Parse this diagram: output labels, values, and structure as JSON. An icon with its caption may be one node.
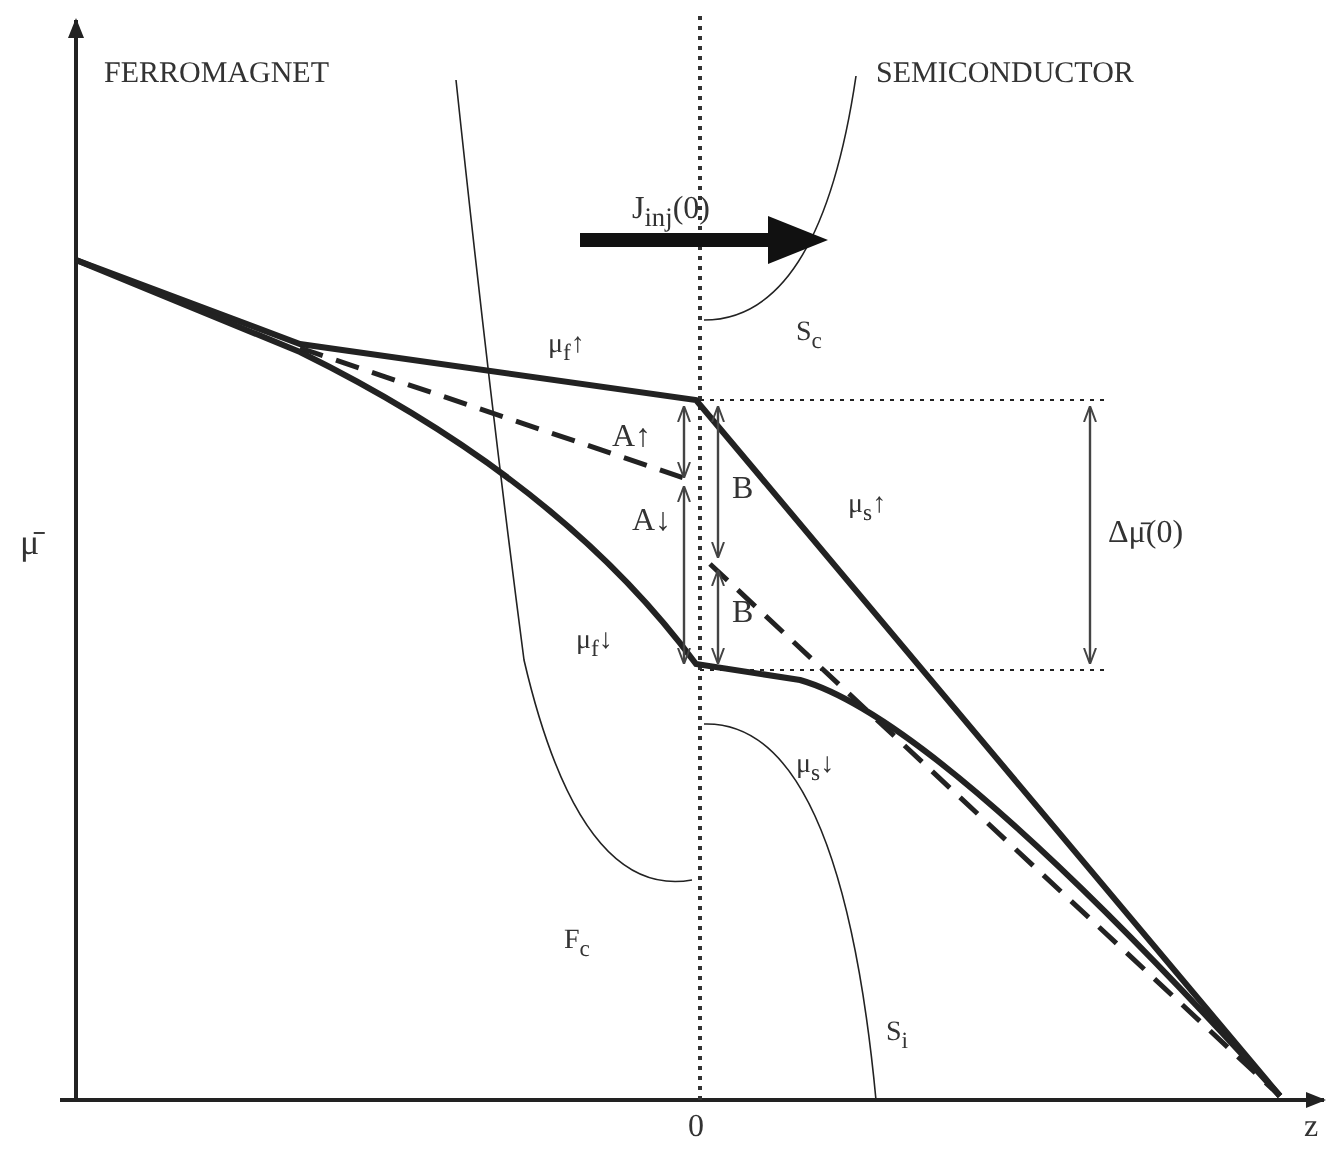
{
  "diagram": {
    "labels": [
      "FERROMAGNET",
      "SEMICONDUCTOR",
      "J$_{inj}$(0)",
      "S$_{c}$",
      "μ$_{f}$↑",
      "A↑",
      "A↓",
      "B",
      "B",
      "μ$_{s}$↑",
      "μ$_{f}$↓",
      "Δμ̄(0)",
      "μ$_{s}$↓",
      "μ̄",
      "F$_{c}$",
      "S$_{i}$",
      "0",
      "z"
    ]
  }
}
